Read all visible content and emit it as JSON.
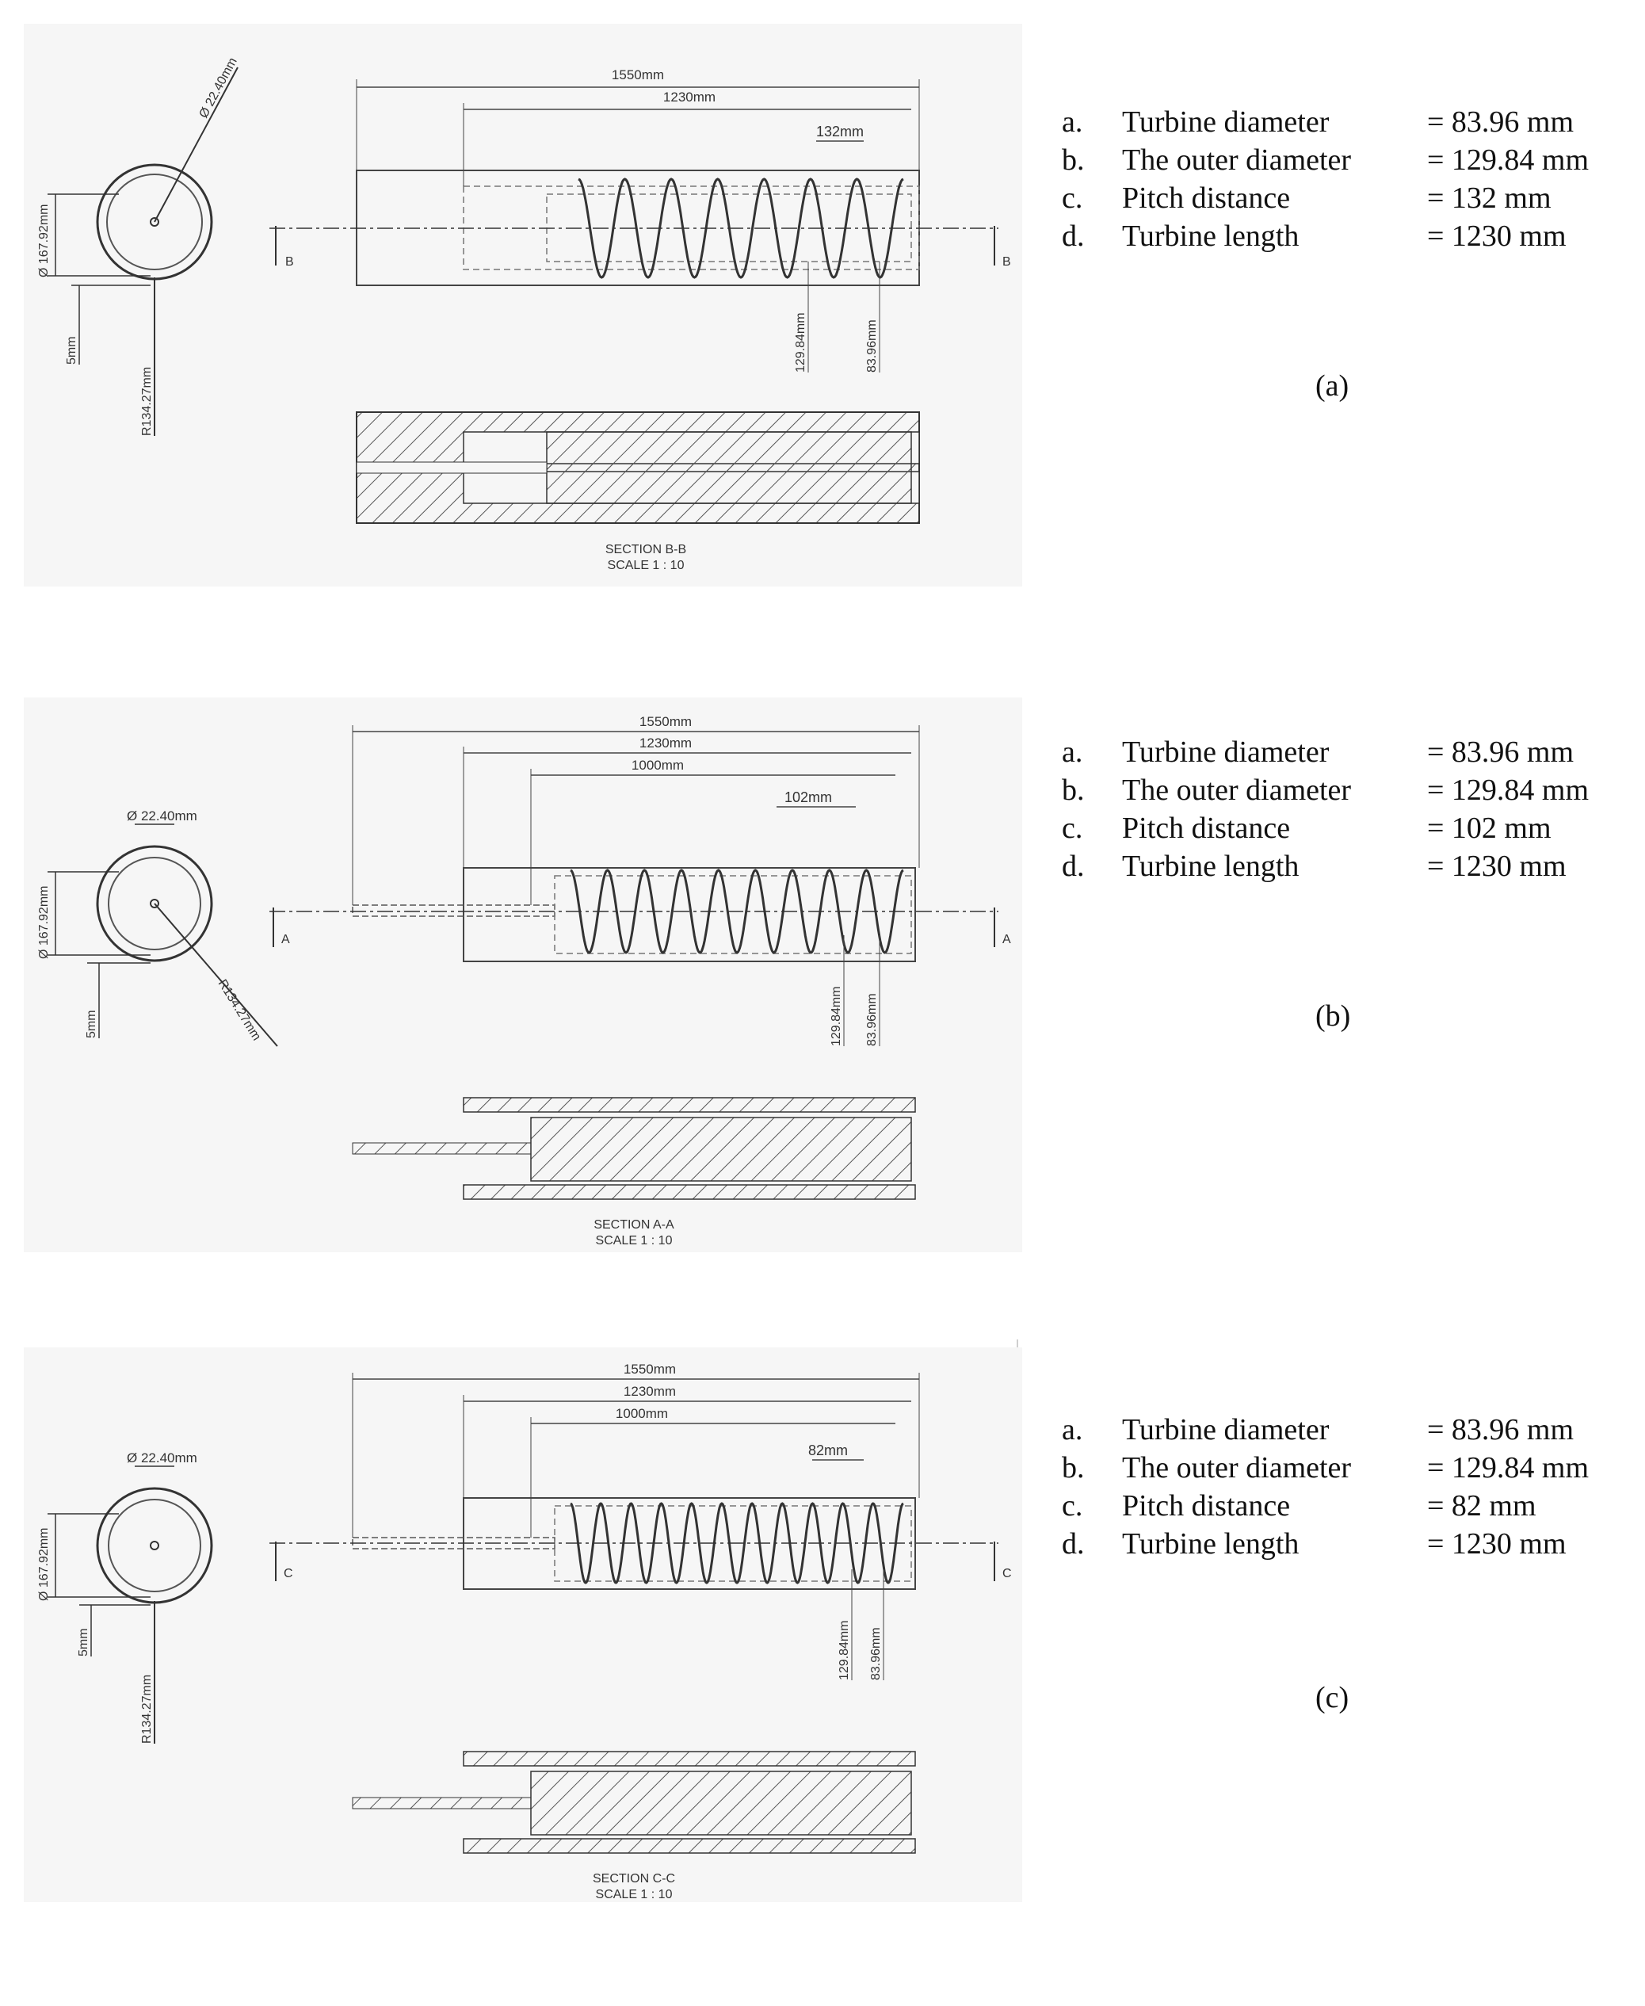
{
  "figures": [
    {
      "id": "a",
      "caption": "(a)",
      "section_title": "SECTION B-B",
      "section_scale": "SCALE 1 : 10",
      "section_letter": "B",
      "dim_overall": "1550mm",
      "dim_turbine": "1230mm",
      "dim_shaft": "",
      "dim_pitch": "132mm",
      "dim_outer": "129.84mm",
      "dim_turbine_dia": "83.96mm",
      "dim_shaft_dia": "Ø 22.40mm",
      "dim_casing_dia": "Ø 167.92mm",
      "dim_wall": "5mm",
      "dim_radius": "R134.27mm",
      "pitch_count": 7,
      "specs": [
        {
          "letter": "a.",
          "name": "Turbine diameter",
          "value": "= 83.96 mm"
        },
        {
          "letter": "b.",
          "name": "The outer diameter",
          "value": "= 129.84 mm"
        },
        {
          "letter": "c.",
          "name": "Pitch distance",
          "value": "= 132 mm"
        },
        {
          "letter": "d.",
          "name": "Turbine length",
          "value": "= 1230 mm"
        }
      ]
    },
    {
      "id": "b",
      "caption": "(b)",
      "section_title": "SECTION A-A",
      "section_scale": "SCALE 1 : 10",
      "section_letter": "A",
      "dim_overall": "1550mm",
      "dim_turbine": "1230mm",
      "dim_shaft": "1000mm",
      "dim_pitch": "102mm",
      "dim_outer": "129.84mm",
      "dim_turbine_dia": "83.96mm",
      "dim_shaft_dia": "Ø 22.40mm",
      "dim_casing_dia": "Ø 167.92mm",
      "dim_wall": "5mm",
      "dim_radius": "R134.27mm",
      "pitch_count": 9,
      "specs": [
        {
          "letter": "a.",
          "name": "Turbine diameter",
          "value": "= 83.96 mm"
        },
        {
          "letter": "b.",
          "name": "The outer diameter",
          "value": "= 129.84 mm"
        },
        {
          "letter": "c.",
          "name": "Pitch distance",
          "value": "= 102 mm"
        },
        {
          "letter": "d.",
          "name": "Turbine length",
          "value": "= 1230 mm"
        }
      ]
    },
    {
      "id": "c",
      "caption": "(c)",
      "section_title": "SECTION C-C",
      "section_scale": "SCALE 1 : 10",
      "section_letter": "C",
      "dim_overall": "1550mm",
      "dim_turbine": "1230mm",
      "dim_shaft": "1000mm",
      "dim_pitch": "82mm",
      "dim_outer": "129.84mm",
      "dim_turbine_dia": "83.96mm",
      "dim_shaft_dia": "Ø 22.40mm",
      "dim_casing_dia": "Ø 167.92mm",
      "dim_wall": "5mm",
      "dim_radius": "R134.27mm",
      "pitch_count": 11,
      "specs": [
        {
          "letter": "a.",
          "name": "Turbine diameter",
          "value": "= 83.96 mm"
        },
        {
          "letter": "b.",
          "name": "The outer diameter",
          "value": "= 129.84 mm"
        },
        {
          "letter": "c.",
          "name": "Pitch distance",
          "value": "= 82 mm"
        },
        {
          "letter": "d.",
          "name": "Turbine length",
          "value": "= 1230 mm"
        }
      ]
    }
  ]
}
